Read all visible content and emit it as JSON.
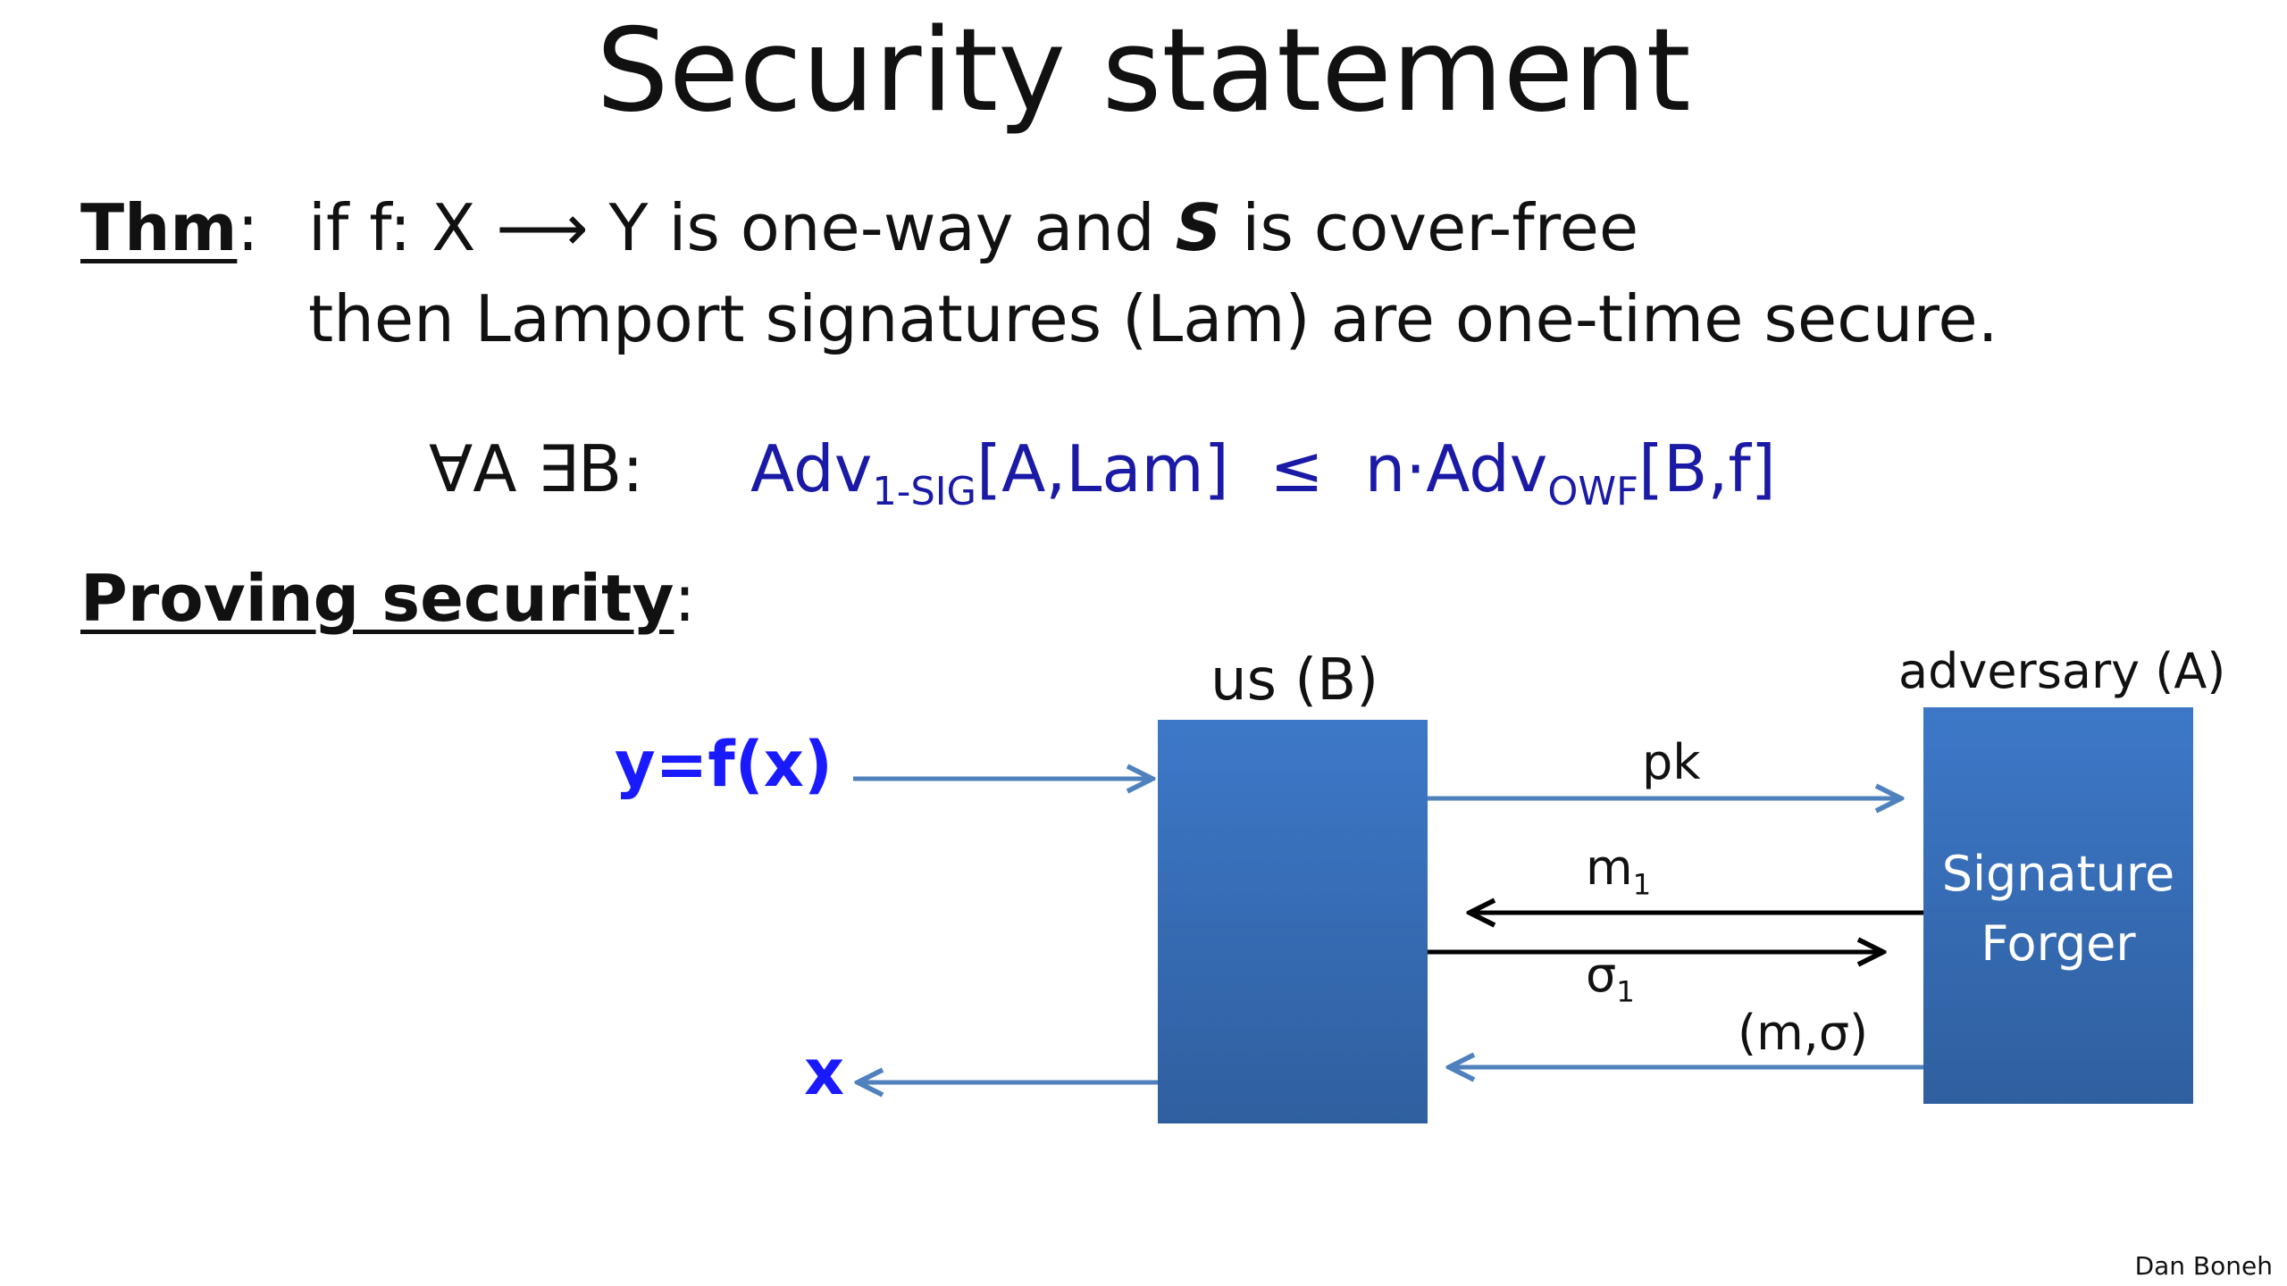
{
  "title": "Security statement",
  "theorem": {
    "label": "Thm",
    "colon": ":",
    "line1_a": "if  f: X ⟶ Y is one-way and ",
    "line1_s": "S",
    "line1_b": " is cover-free",
    "line2": "then Lamport signatures (Lam) are one-time secure."
  },
  "quantifier": "∀A ∃B:",
  "formula": {
    "adv1": "Adv",
    "sub1": "1-SIG",
    "arg1": "[A,Lam]",
    "le": "≤",
    "n": "n·Adv",
    "sub2": "OWF",
    "arg2": "[B,f]"
  },
  "proving": {
    "label": "Proving security",
    "colon": ":"
  },
  "diagram": {
    "us_label": "us (B)",
    "adversary_label": "adversary (A)",
    "input_label": "y=f(x)",
    "output_label": "x",
    "forger_line1": "Signature",
    "forger_line2": "Forger",
    "msg_pk": "pk",
    "msg_m": "m",
    "msg_m_sub": "1",
    "msg_sigma": "σ",
    "msg_sigma_sub": "1",
    "msg_forgery": "(m,σ)",
    "colors": {
      "box": "#3a72be",
      "arrow_blue": "#4f81bd",
      "arrow_black": "#000000",
      "input_text": "#1a1aff"
    }
  },
  "footer": "Dan Boneh"
}
